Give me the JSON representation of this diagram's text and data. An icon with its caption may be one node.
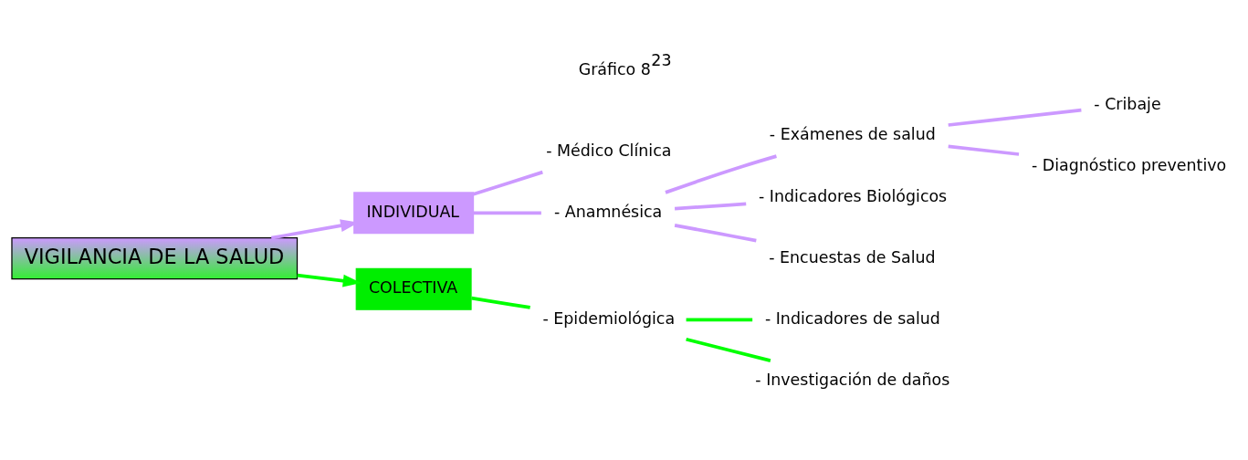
{
  "diagram": {
    "title": "Gráfico 8$^{23}$",
    "nodes": [
      {
        "text": [
          "VIGILANCIA DE LA SALUD"
        ]
      },
      {
        "text": [
          "INDIVIDUAL"
        ]
      },
      {
        "text": [
          "COLECTIVA"
        ]
      },
      {
        "text": [
          "- Médico Clínica"
        ]
      },
      {
        "text": [
          "- Anamnésica"
        ]
      },
      {
        "text": [
          "- Exámenes de salud"
        ]
      },
      {
        "text": [
          "- Indicadores Biológicos"
        ]
      },
      {
        "text": [
          "- Encuestas de Salud"
        ]
      },
      {
        "text": [
          "- Cribaje"
        ]
      },
      {
        "text": [
          "- Diagnóstico preventivo"
        ]
      },
      {
        "text": [
          "- Epidemiológica"
        ]
      },
      {
        "text": [
          "- Indicadores de salud"
        ]
      },
      {
        "text": [
          "- Investigación de daños"
        ]
      }
    ],
    "edges": [
      {
        "from": 0,
        "to": 1,
        "arrow": "to"
      },
      {
        "from": 0,
        "to": 2,
        "arrow": "to",
        "color": "#00ff00"
      },
      {
        "from": 1,
        "to": 3,
        "arrow": "none"
      },
      {
        "from": 1,
        "to": 4,
        "arrow": "none"
      },
      {
        "from": 4,
        "to": 5,
        "arrow": "none"
      },
      {
        "from": 4,
        "to": 6,
        "arrow": "none"
      },
      {
        "from": 4,
        "to": 7,
        "arrow": "none"
      },
      {
        "from": 5,
        "to": 8,
        "arrow": "none"
      },
      {
        "from": 5,
        "to": 9,
        "arrow": "none"
      },
      {
        "from": 2,
        "to": 10,
        "arrow": "none",
        "color": "#00ff00"
      },
      {
        "from": 10,
        "to": 11,
        "arrow": "none",
        "color": "#00ff00"
      },
      {
        "from": 10,
        "to": 12,
        "arrow": "none",
        "color": "#00ff00"
      }
    ]
  }
}
